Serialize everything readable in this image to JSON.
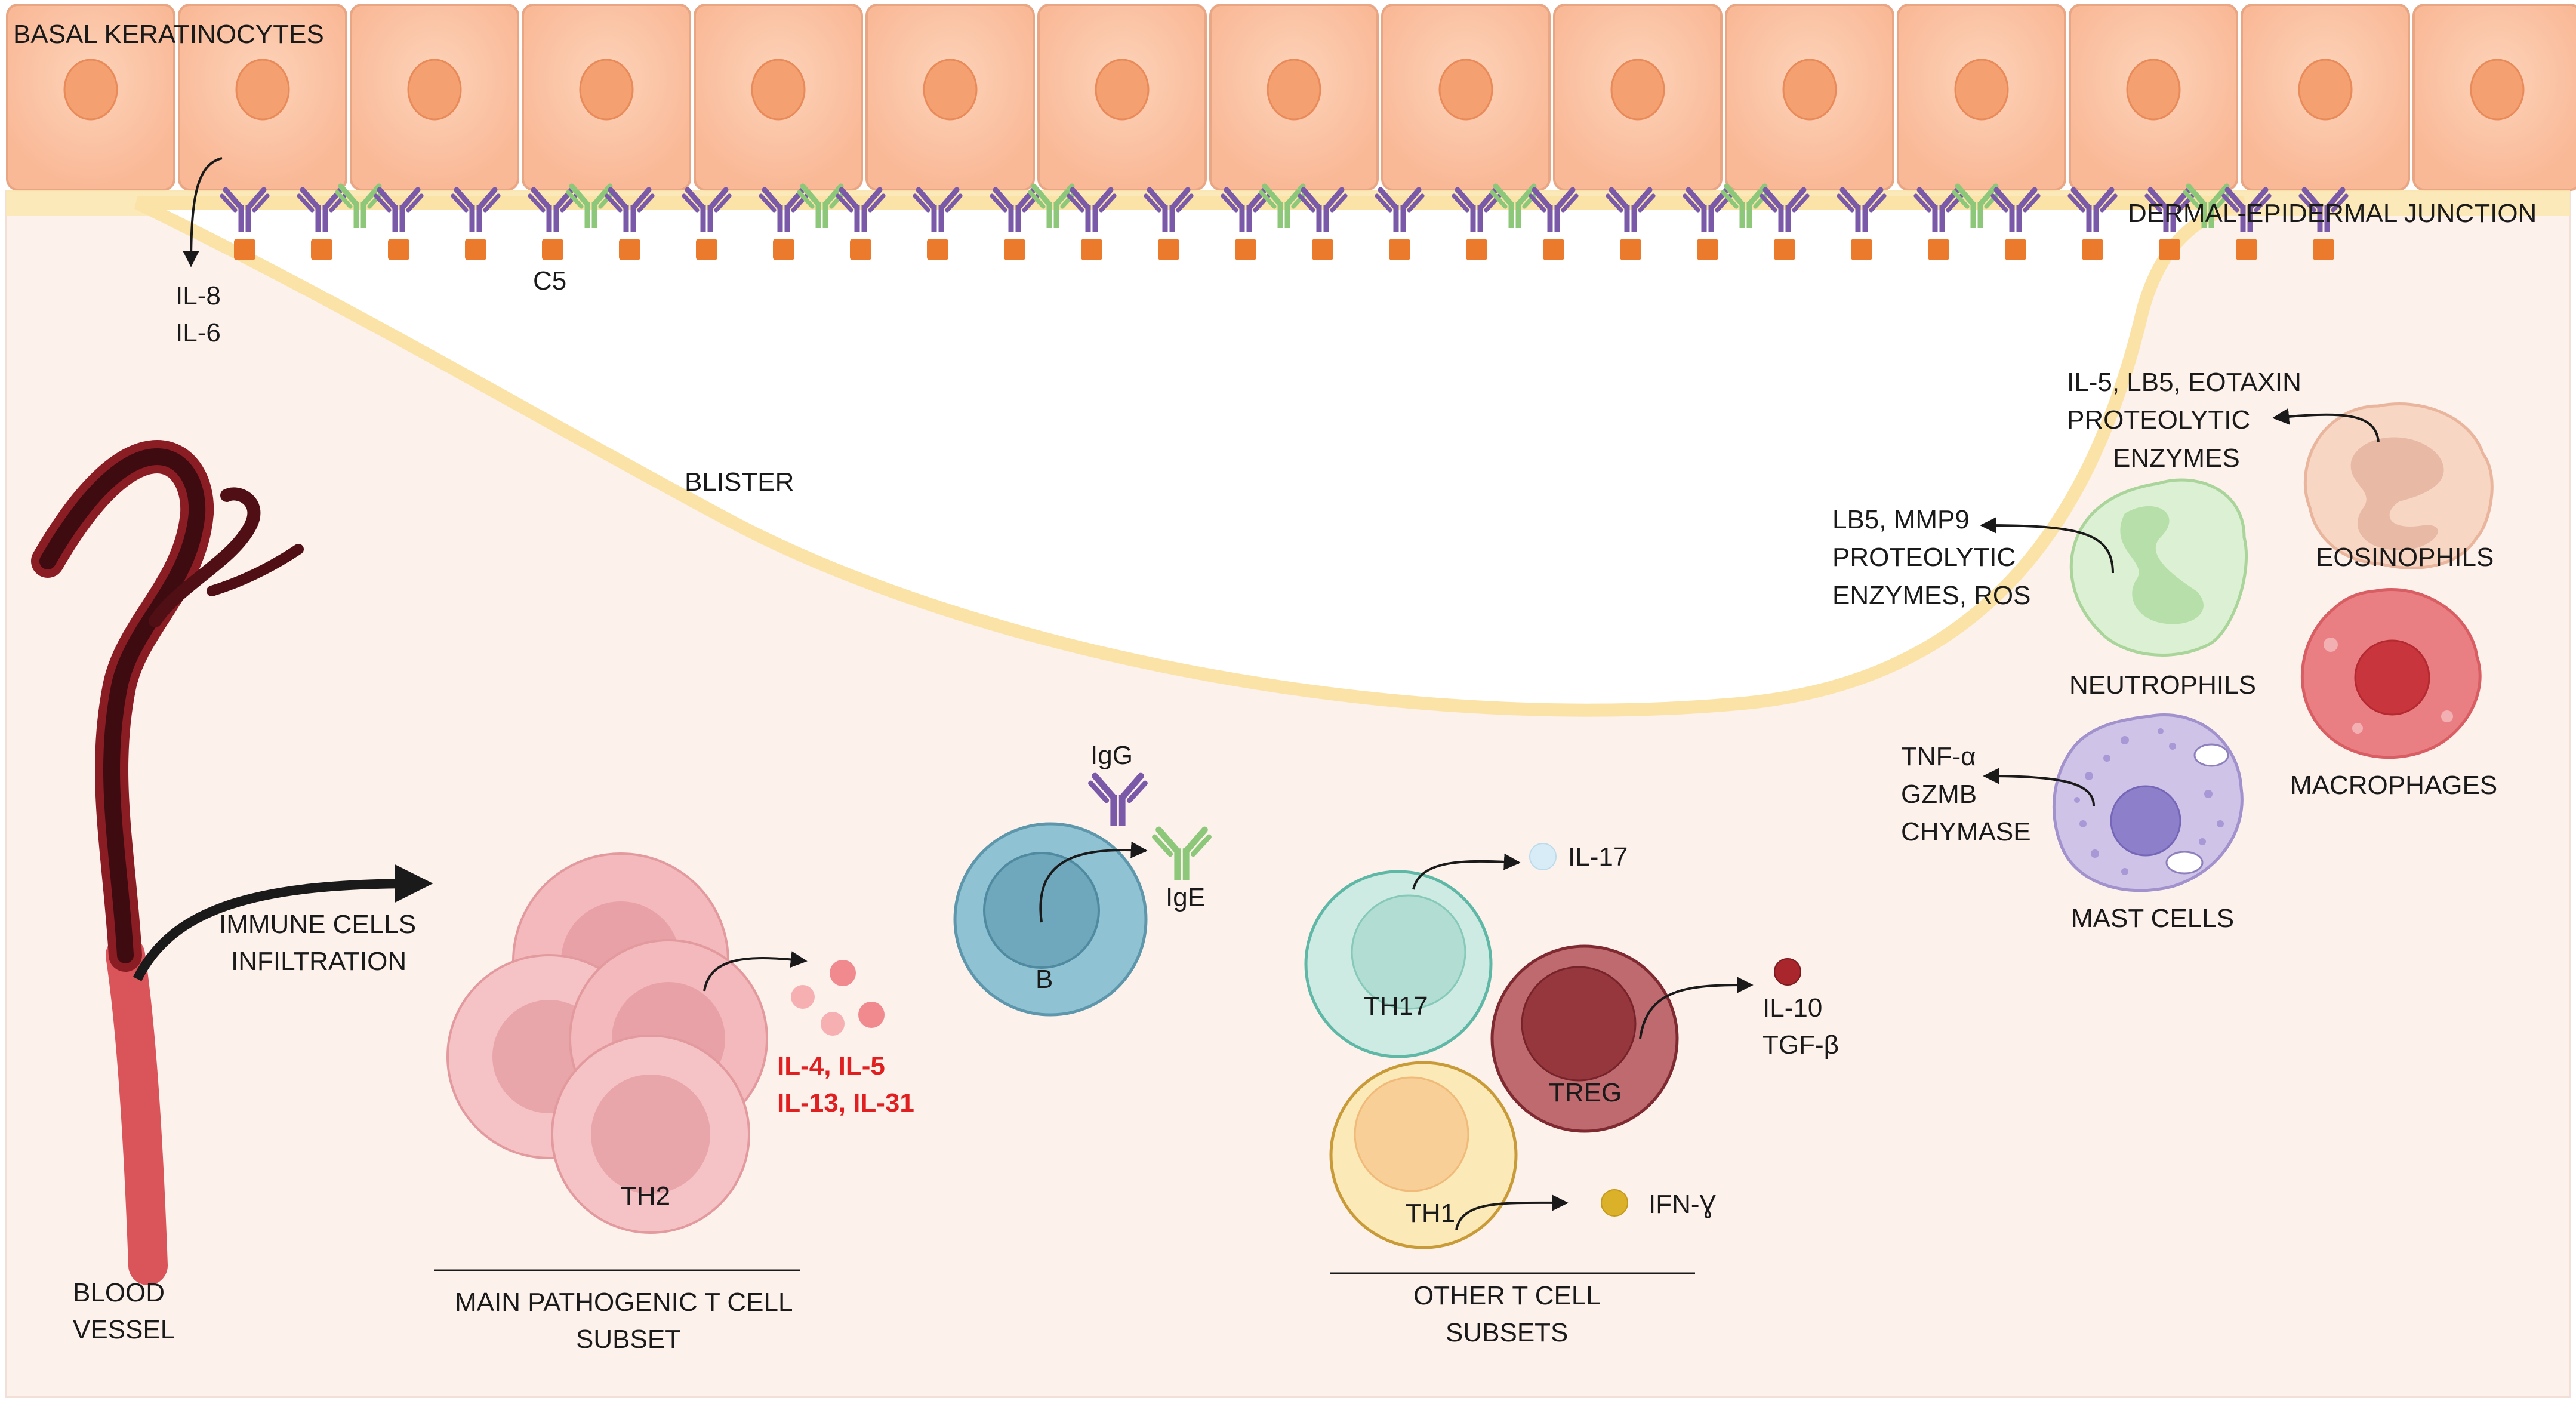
{
  "labels": {
    "basal_keratinocytes": "BASAL KERATINOCYTES",
    "dermal_epidermal_junction": "DERMAL-EPIDERMAL JUNCTION",
    "il8": "IL-8",
    "il6": "IL-6",
    "c5": "C5",
    "blister": "BLISTER",
    "blood_vessel_1": "BLOOD",
    "blood_vessel_2": "VESSEL",
    "immune_infiltration_1": "IMMUNE CELLS",
    "immune_infiltration_2": "INFILTRATION",
    "th2": "TH2",
    "th2_cytokines_1": "IL-4, IL-5",
    "th2_cytokines_2": "IL-13, IL-31",
    "main_subset_1": "MAIN PATHOGENIC T CELL",
    "main_subset_2": "SUBSET",
    "igg": "IgG",
    "ige": "IgE",
    "b": "B",
    "th17": "TH17",
    "il17": "IL-17",
    "treg": "TREG",
    "il10": "IL-10",
    "tgfb": "TGF-β",
    "th1": "TH1",
    "ifng": "IFN-Ɣ",
    "other_subsets_1": "OTHER T CELL",
    "other_subsets_2": "SUBSETS",
    "eos_products_1": "IL-5, LB5, EOTAXIN",
    "eos_products_2": "PROTEOLYTIC",
    "eos_products_3": "ENZYMES",
    "eosinophils": "EOSINOPHILS",
    "neut_products_1": "LB5, MMP9",
    "neut_products_2": "PROTEOLYTIC",
    "neut_products_3": "ENZYMES, ROS",
    "neutrophils": "NEUTROPHILS",
    "macrophages": "MACROPHAGES",
    "mast_products_1": "TNF-α",
    "mast_products_2": "GZMB",
    "mast_products_3": "CHYMASE",
    "mast_cells": "MAST CELLS"
  },
  "colors": {
    "keratinocyte": "#fcc6a6",
    "nucleus": "#f5a070",
    "dermis": "#fdf1ec",
    "junction": "#fbe7b0",
    "antibody_purple": "#7a5aa8",
    "antibody_green": "#8cc77a",
    "c5_orange": "#ec7a2d",
    "th2": "#f3b9bc",
    "b_cell": "#8fc3d4",
    "th17": "#cdeae3",
    "treg": "#a94f55",
    "th1": "#fbe9b7",
    "eosinophil": "#f8d6c4",
    "neutrophil": "#dcf0d4",
    "macrophage": "#ea7f83",
    "mast_cell": "#cfc3e8",
    "red_text": "#e02020"
  }
}
